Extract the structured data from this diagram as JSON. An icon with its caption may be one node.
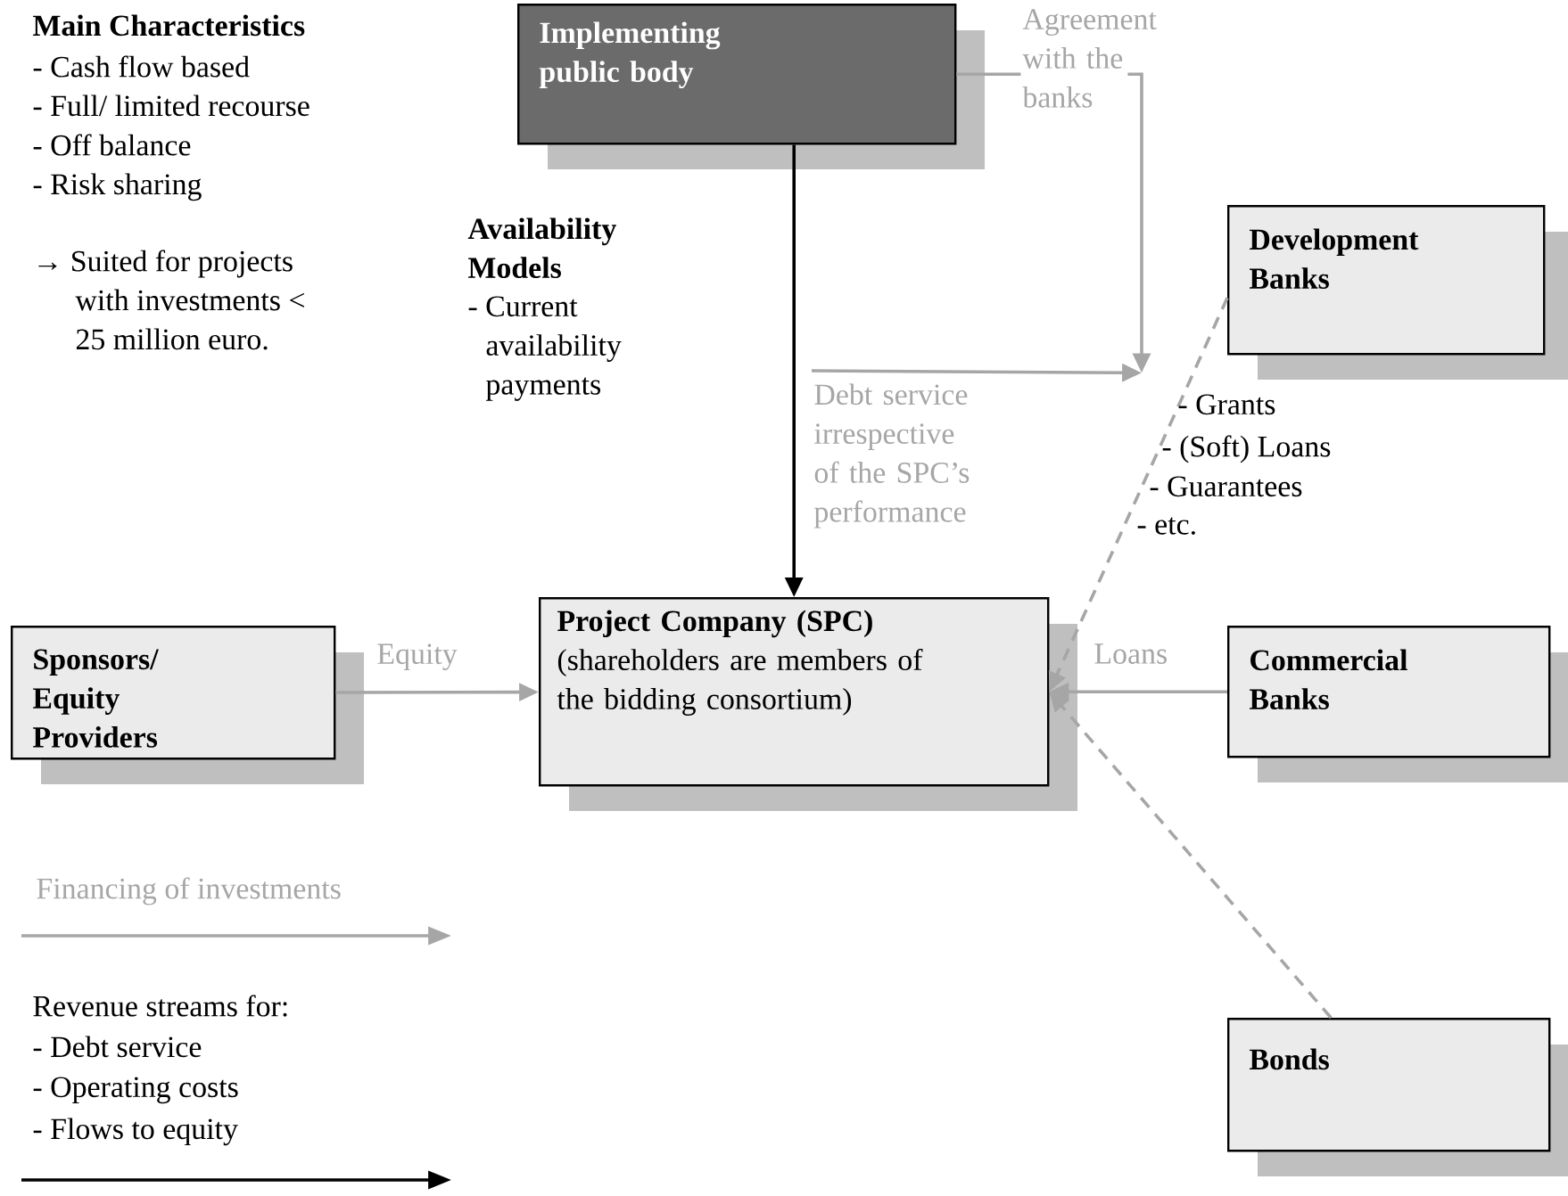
{
  "diagram": {
    "nodes": [
      {
        "text": [
          "Implementing public body"
        ]
      },
      {
        "text": [
          "Development Banks"
        ]
      },
      {
        "text": [
          "Sponsors/ Equity Providers"
        ]
      },
      {
        "text": [
          "Project Company (SPC)",
          "(shareholders are members of the bidding consortium)"
        ]
      },
      {
        "text": [
          "Commercial Banks"
        ]
      },
      {
        "text": [
          "Bonds"
        ]
      }
    ],
    "edges": [
      {
        "from": 0,
        "to": 3,
        "arrow": "to",
        "color": "#000000"
      },
      {
        "from": 0,
        "to": 1,
        "arrow": "to",
        "label": "Agreement with the banks"
      },
      {
        "from": null,
        "to": 1,
        "arrow": "to",
        "label": "Debt service irrespective of the SPC’s performance"
      },
      {
        "from": 1,
        "to": 3,
        "arrow": "to",
        "style": "dashed"
      },
      {
        "from": 2,
        "to": 3,
        "arrow": "to",
        "label": "Equity"
      },
      {
        "from": 4,
        "to": 3,
        "arrow": "to",
        "label": "Loans"
      },
      {
        "from": 5,
        "to": 3,
        "arrow": "to",
        "style": "dashed"
      }
    ],
    "labels": [
      "Main Characteristics",
      "- Cash flow based",
      "- Full/ limited recourse",
      "- Off balance",
      "- Risk sharing",
      "→ Suited for projects with investments < 25 million euro.",
      "Availability Models",
      "- Current availability payments",
      "- Grants",
      "- (Soft) Loans",
      "- Guarantees",
      "- etc.",
      "- Debt service",
      "- Operating costs",
      "- Flows to equity"
    ],
    "legend": [
      {
        "text": "Financing of investments"
      },
      {
        "text": "Revenue streams for:"
      }
    ]
  }
}
